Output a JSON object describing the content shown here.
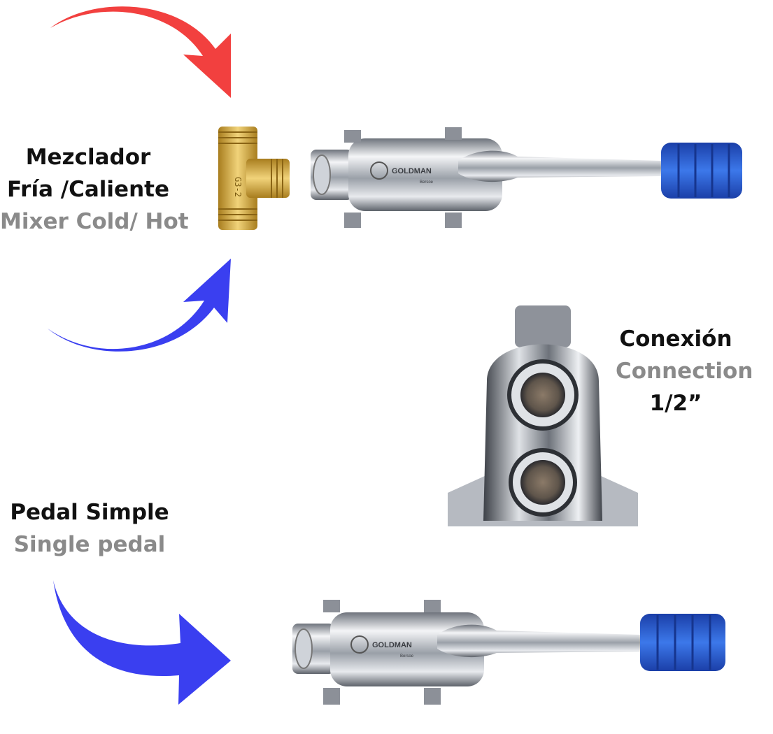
{
  "labels": {
    "mixer": {
      "line1": "Mezclador",
      "line2": "Fría /Caliente",
      "line3": "Mixer Cold/ Hot"
    },
    "connection": {
      "line1": "Conexión",
      "line2": "Connection",
      "line3": "1/2”"
    },
    "pedal": {
      "line1": "Pedal Simple",
      "line2": "Single pedal"
    }
  },
  "brand": {
    "name": "GOLDMAN",
    "sub": "Bersoe"
  },
  "fitting_marking": "G3-2",
  "colors": {
    "hot_arrow": "#f2403f",
    "cold_arrow": "#3a3ff0",
    "pedal_blue": "#2f64d8",
    "label_dark": "#111111",
    "label_grey": "#8a8a8a",
    "brass": "#d4a93a",
    "chrome": "#c9ccd2"
  },
  "icons": [
    "hot-water-arrow-icon",
    "cold-water-arrow-icon",
    "inlet-arrow-icon"
  ]
}
